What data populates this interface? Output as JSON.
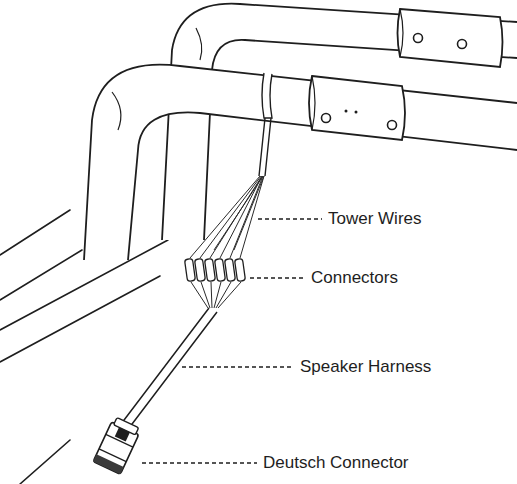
{
  "diagram": {
    "labels": [
      "Tower Wires",
      "Connectors",
      "Speaker Harness",
      "Deutsch Connector"
    ]
  }
}
